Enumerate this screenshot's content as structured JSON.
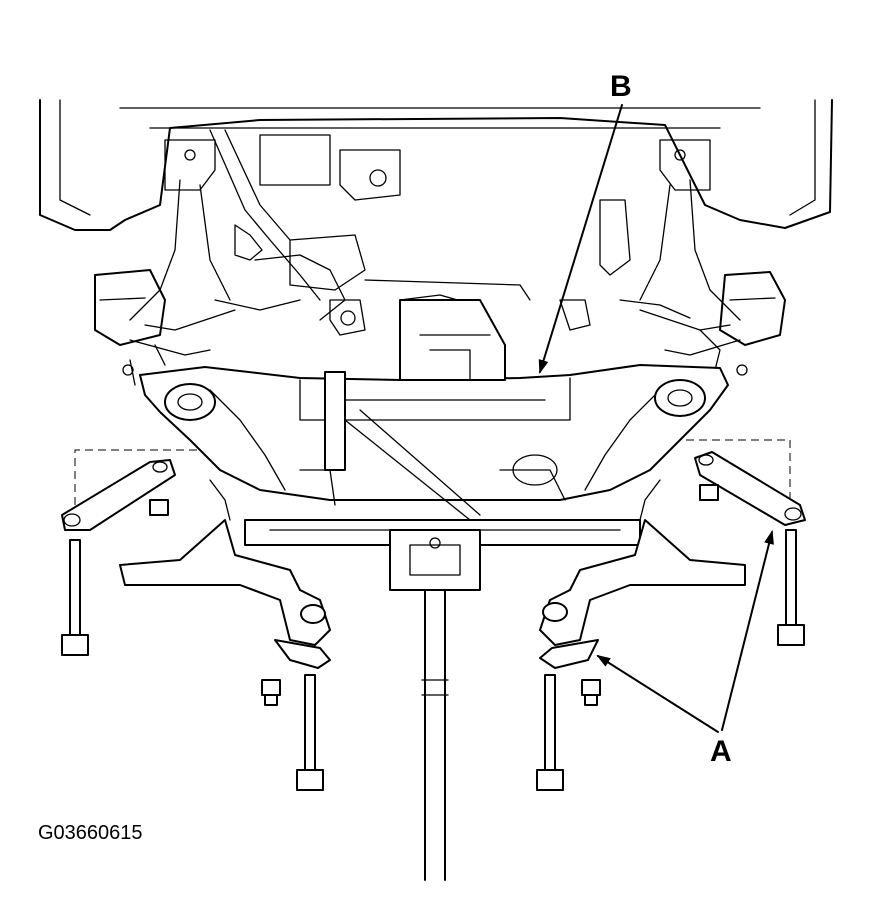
{
  "callouts": {
    "a": "A",
    "b": "B"
  },
  "figure_id": "G03660615",
  "colors": {
    "line": "#000000",
    "background": "#ffffff"
  }
}
